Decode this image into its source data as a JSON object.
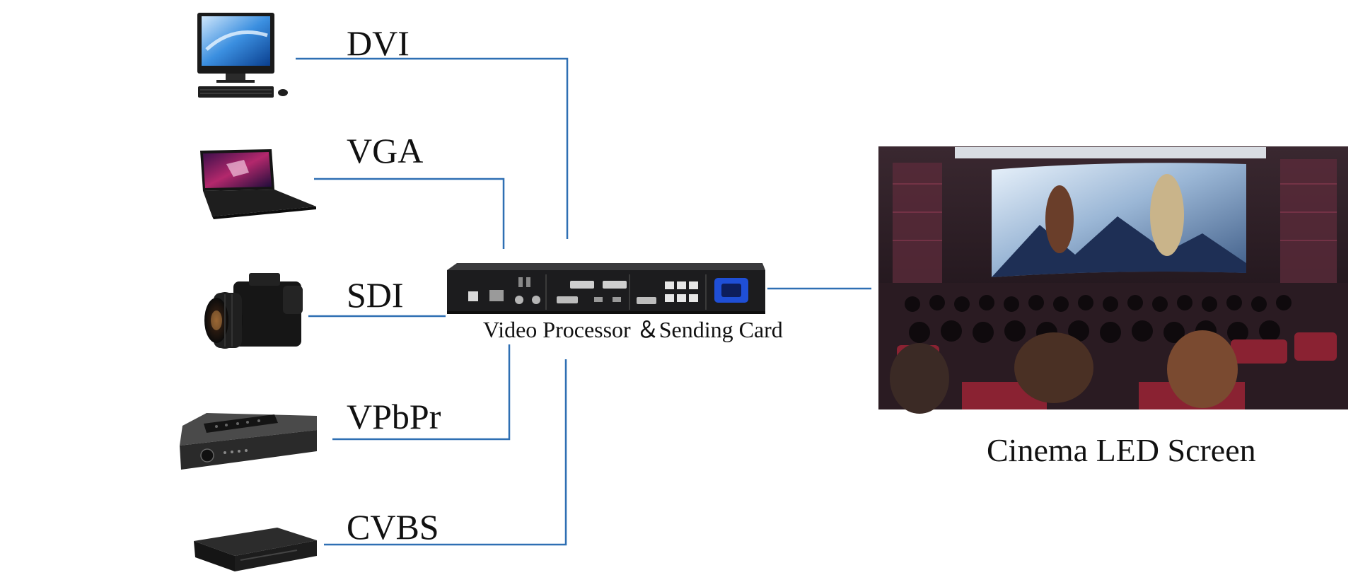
{
  "inputs": [
    {
      "label": "DVI",
      "device": "desktop-computer"
    },
    {
      "label": "VGA",
      "device": "laptop"
    },
    {
      "label": "SDI",
      "device": "camera"
    },
    {
      "label": "VPbPr",
      "device": "set-top-box"
    },
    {
      "label": "CVBS",
      "device": "dvd-player"
    }
  ],
  "processor": {
    "label": "Video Processor ＆Sending Card"
  },
  "screen": {
    "label": "Cinema LED Screen"
  },
  "colors": {
    "connector": "#2e6fb3",
    "device_body": "#1c1c1e",
    "port_blue": "#1f4fd6"
  }
}
